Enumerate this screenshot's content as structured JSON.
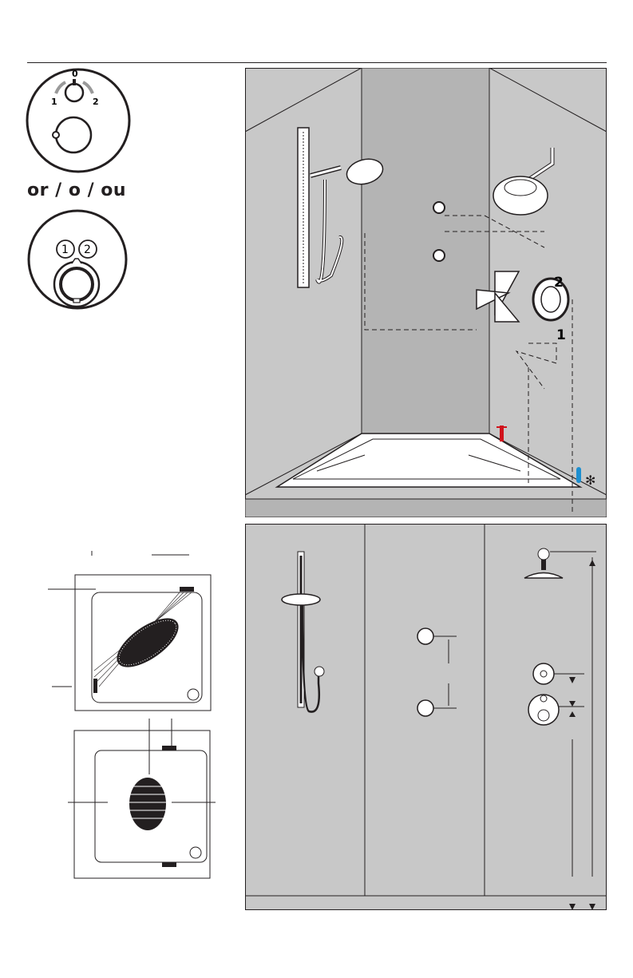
{
  "separator_text": "or / o / ou",
  "trim_a": {
    "position_0": "0",
    "position_1": "1",
    "position_2": "2"
  },
  "trim_b": {
    "button_1": "1",
    "button_2": "2"
  },
  "bathroom": {
    "outlet_1": "1",
    "outlet_2": "2"
  },
  "colors": {
    "wall": "#c8c8c8",
    "back_wall": "#b4b4b4",
    "hot": "#d0121b",
    "cold": "#1d8fd0",
    "line": "#231f20"
  },
  "icons": [
    "handshower-icon",
    "showerhead-icon",
    "body-spray-icon",
    "diverter-valve-icon",
    "thermostat-icon",
    "hot-water-icon",
    "cold-water-icon"
  ]
}
